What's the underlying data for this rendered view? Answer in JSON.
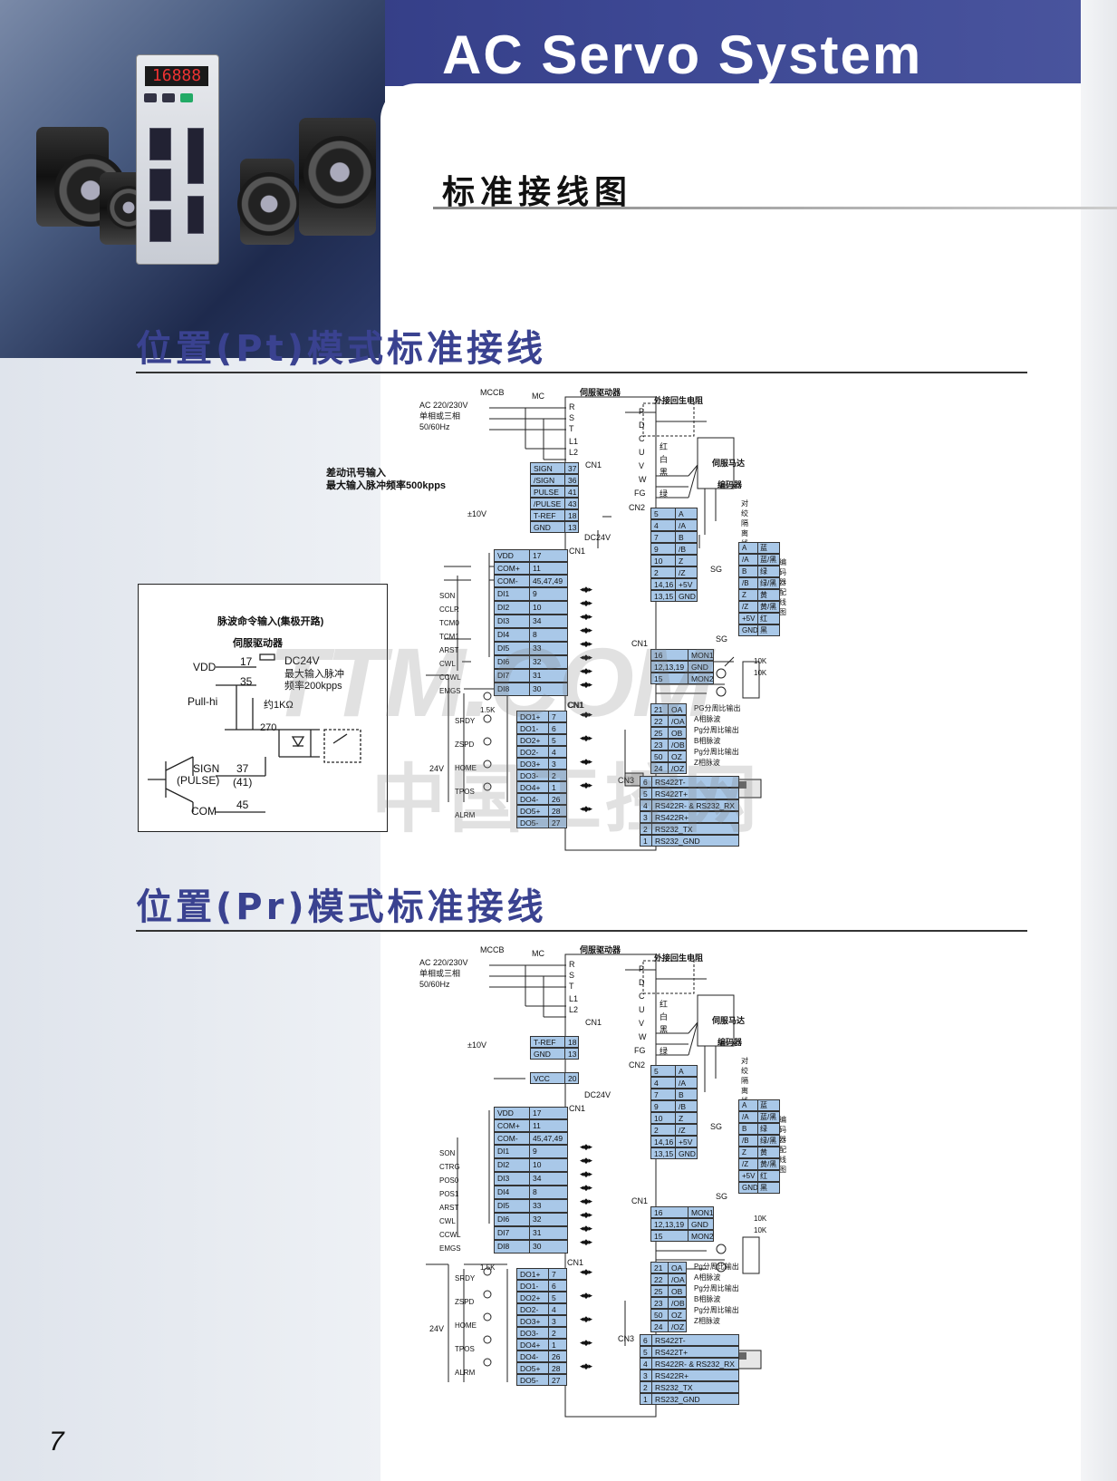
{
  "header": {
    "title": "AC Servo System"
  },
  "photo": {
    "display": "16888"
  },
  "std_title": "标准接线图",
  "sections": {
    "pt_title": "位置(Pt)模式标准接线",
    "pr_title": "位置(Pr)模式标准接线"
  },
  "power": {
    "ac": "AC 220/230V",
    "phase": "单相或三相",
    "freq": "50/60Hz",
    "mccb": "MCCB",
    "mc": "MC",
    "drive": "伺服驱动器",
    "r": "R",
    "s": "S",
    "t": "T",
    "l1": "L1",
    "l2": "L2",
    "regen": "外接回生电阻",
    "p": "P",
    "d": "D",
    "c": "C",
    "u": "U",
    "v": "V",
    "w": "W",
    "fg": "FG",
    "red": "红",
    "white": "白",
    "black": "黑",
    "green": "绿",
    "motor": "伺服马达",
    "encoder": "编码器",
    "twisted": "对绞隔离线",
    "cn1": "CN1",
    "cn2": "CN2",
    "cn3": "CN3",
    "dc24": "DC24V",
    "sg": "SG",
    "pm10": "±10V",
    "v24": "24V",
    "k15": "1.5K",
    "k10": "10K",
    "enc_note": "编码器配线图"
  },
  "pt": {
    "diff_title": "差动讯号输入",
    "diff_sub": "最大输入脉冲频率500kpps",
    "pulse_pins": [
      {
        "label": "SIGN",
        "num": "37"
      },
      {
        "label": "/SIGN",
        "num": "36"
      },
      {
        "label": "PULSE",
        "num": "41"
      },
      {
        "label": "/PULSE",
        "num": "43"
      },
      {
        "label": "T-REF",
        "num": "18"
      },
      {
        "label": "GND",
        "num": "13"
      }
    ],
    "di_names": [
      "SON",
      "CCLR",
      "TCM0",
      "TCM1",
      "ARST",
      "CWL",
      "CCWL",
      "EMGS"
    ]
  },
  "pr": {
    "tref_pins": [
      {
        "label": "T-REF",
        "num": "18"
      },
      {
        "label": "GND",
        "num": "13"
      }
    ],
    "vcc": {
      "label": "VCC",
      "num": "20"
    },
    "di_names": [
      "SON",
      "CTRG",
      "POS0",
      "POS1",
      "ARST",
      "CWL",
      "CCWL",
      "EMGS"
    ]
  },
  "common": {
    "top_pins": [
      {
        "label": "VDD",
        "num": "17"
      },
      {
        "label": "COM+",
        "num": "11"
      },
      {
        "label": "COM-",
        "num": "45,47,49"
      }
    ],
    "di_pins": [
      {
        "label": "DI1",
        "num": "9"
      },
      {
        "label": "DI2",
        "num": "10"
      },
      {
        "label": "DI3",
        "num": "34"
      },
      {
        "label": "DI4",
        "num": "8"
      },
      {
        "label": "DI5",
        "num": "33"
      },
      {
        "label": "DI6",
        "num": "32"
      },
      {
        "label": "DI7",
        "num": "31"
      },
      {
        "label": "DI8",
        "num": "30"
      }
    ],
    "do_pins": [
      {
        "label": "DO1+",
        "num": "7"
      },
      {
        "label": "DO1-",
        "num": "6"
      },
      {
        "label": "DO2+",
        "num": "5"
      },
      {
        "label": "DO2-",
        "num": "4"
      },
      {
        "label": "DO3+",
        "num": "3"
      },
      {
        "label": "DO3-",
        "num": "2"
      },
      {
        "label": "DO4+",
        "num": "1"
      },
      {
        "label": "DO4-",
        "num": "26"
      },
      {
        "label": "DO5+",
        "num": "28"
      },
      {
        "label": "DO5-",
        "num": "27"
      }
    ],
    "do_names": [
      "SRDY",
      "ZSPD",
      "HOME",
      "TPOS",
      "ALRM"
    ],
    "enc_pins": [
      {
        "num": "5",
        "label": "A"
      },
      {
        "num": "4",
        "label": "/A"
      },
      {
        "num": "7",
        "label": "B"
      },
      {
        "num": "9",
        "label": "/B"
      },
      {
        "num": "10",
        "label": "Z"
      },
      {
        "num": "2",
        "label": "/Z"
      },
      {
        "num": "14,16",
        "label": "+5V"
      },
      {
        "num": "13,15",
        "label": "GND"
      }
    ],
    "enc_wires": [
      {
        "sig": "A",
        "color": "蓝"
      },
      {
        "sig": "/A",
        "color": "蓝/黑"
      },
      {
        "sig": "B",
        "color": "绿"
      },
      {
        "sig": "/B",
        "color": "绿/黑"
      },
      {
        "sig": "Z",
        "color": "黄"
      },
      {
        "sig": "/Z",
        "color": "黄/黑"
      },
      {
        "sig": "+5V",
        "color": "红"
      },
      {
        "sig": "GND",
        "color": "黑"
      }
    ],
    "mon_pins": [
      {
        "num": "16",
        "label": "MON1"
      },
      {
        "num": "12,13,19",
        "label": "GND"
      },
      {
        "num": "15",
        "label": "MON2"
      }
    ],
    "out_pins": [
      {
        "num": "21",
        "label": "OA"
      },
      {
        "num": "22",
        "label": "/OA"
      },
      {
        "num": "25",
        "label": "OB"
      },
      {
        "num": "23",
        "label": "/OB"
      },
      {
        "num": "50",
        "label": "OZ"
      },
      {
        "num": "24",
        "label": "/OZ"
      }
    ],
    "cn3_pins": [
      {
        "num": "6",
        "label": "RS422T-"
      },
      {
        "num": "5",
        "label": "RS422T+"
      },
      {
        "num": "4",
        "label": "RS422R- & RS232_RX"
      },
      {
        "num": "3",
        "label": "RS422R+"
      },
      {
        "num": "2",
        "label": "RS232_TX"
      },
      {
        "num": "1",
        "label": "RS232_GND"
      }
    ]
  },
  "pt_outputs": [
    "PG分周比输出",
    "A相脉波",
    "Pg分周比输出",
    "B相脉波",
    "Pg分周比输出",
    "Z相脉波"
  ],
  "pr_outputs": [
    "Pg分周比输出",
    "A相脉波",
    "Pg分周比输出",
    "B相脉波",
    "Pg分周比输出",
    "Z相脉波"
  ],
  "inset": {
    "title": "脉波命令输入(集极开路)",
    "drive": "伺服驱动器",
    "vdd": "VDD",
    "n17": "17",
    "dc24": "DC24V",
    "maxin": "最大输入脉冲",
    "freq": "频率200kpps",
    "n35": "35",
    "pullhi": "Pull-hi",
    "r1k": "约1KΩ",
    "r270": "270",
    "sign": "SIGN",
    "pulse": "(PULSE)",
    "n37": "37",
    "n41": "(41)",
    "n45": "45",
    "com": "COM-"
  },
  "watermark": {
    "line1": "TTM.COM",
    "line2": "中国工控网"
  },
  "page_number": "7"
}
